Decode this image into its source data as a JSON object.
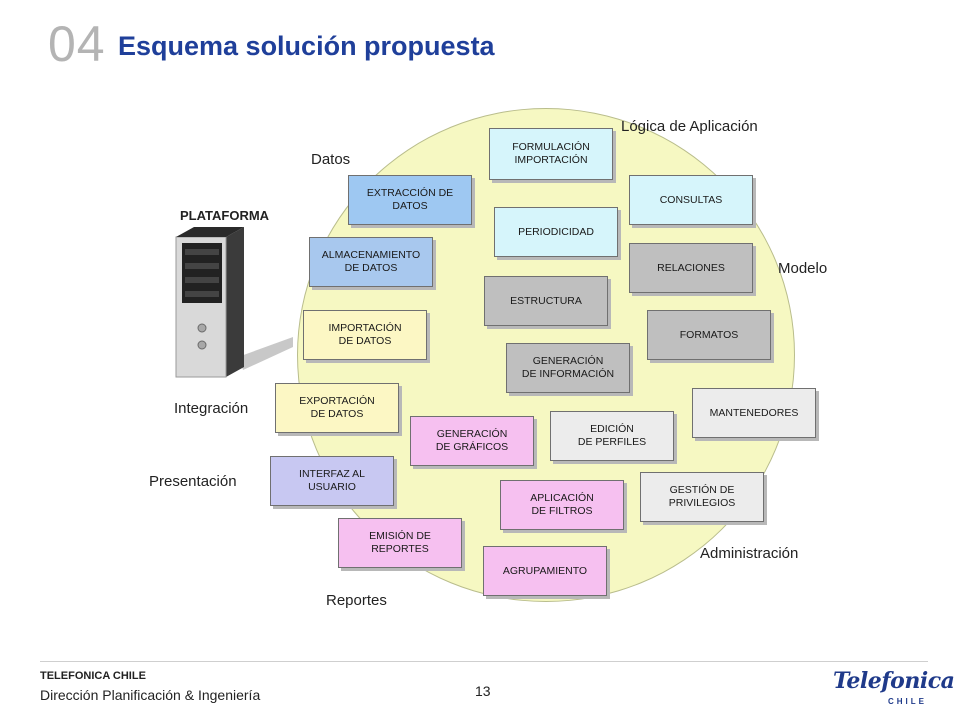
{
  "header": {
    "number": "04",
    "title": "Esquema solución propuesta"
  },
  "diagram": {
    "platform_label": "PLATAFORMA",
    "categories": {
      "datos": "Datos",
      "logica": "Lógica de Aplicación",
      "modelo": "Modelo",
      "integracion": "Integración",
      "presentacion": "Presentación",
      "administracion": "Administración",
      "reportes": "Reportes"
    },
    "boxes": {
      "formulacion": "FORMULACIÓN\nIMPORTACIÓN",
      "extraccion": "EXTRACCIÓN DE\nDATOS",
      "consultas": "CONSULTAS",
      "periodicidad": "PERIODICIDAD",
      "almacenamiento": "ALMACENAMIENTO\nDE DATOS",
      "relaciones": "RELACIONES",
      "estructura": "ESTRUCTURA",
      "importacion": "IMPORTACIÓN\nDE DATOS",
      "formatos": "FORMATOS",
      "generacion_info": "GENERACIÓN\nDE INFORMACIÓN",
      "exportacion": "EXPORTACIÓN\nDE DATOS",
      "mantenedores": "MANTENEDORES",
      "generacion_graficos": "GENERACIÓN\nDE GRÁFICOS",
      "edicion_perfiles": "EDICIÓN\nDE PERFILES",
      "interfaz": "INTERFAZ AL\nUSUARIO",
      "aplicacion_filtros": "APLICACIÓN\nDE FILTROS",
      "gestion_privilegios": "GESTIÓN DE\nPRIVILEGIOS",
      "emision_reportes": "EMISIÓN DE\nREPORTES",
      "agrupamiento": "AGRUPAMIENTO"
    },
    "colors": {
      "oval": "#f6f8c2",
      "logica": "#d6f5fb",
      "datos": "#9ec8f2",
      "integracion": "#fcf7c4",
      "modelo": "#bfbfbf",
      "administracion": "#ececec",
      "reportes": "#f6c0f0",
      "presentacion": "#c8c8f2"
    }
  },
  "footer": {
    "org": "TELEFONICA CHILE",
    "dept": "Dirección Planificación & Ingeniería",
    "page": "13",
    "logo_text": "Telefonica",
    "logo_country": "CHILE"
  }
}
